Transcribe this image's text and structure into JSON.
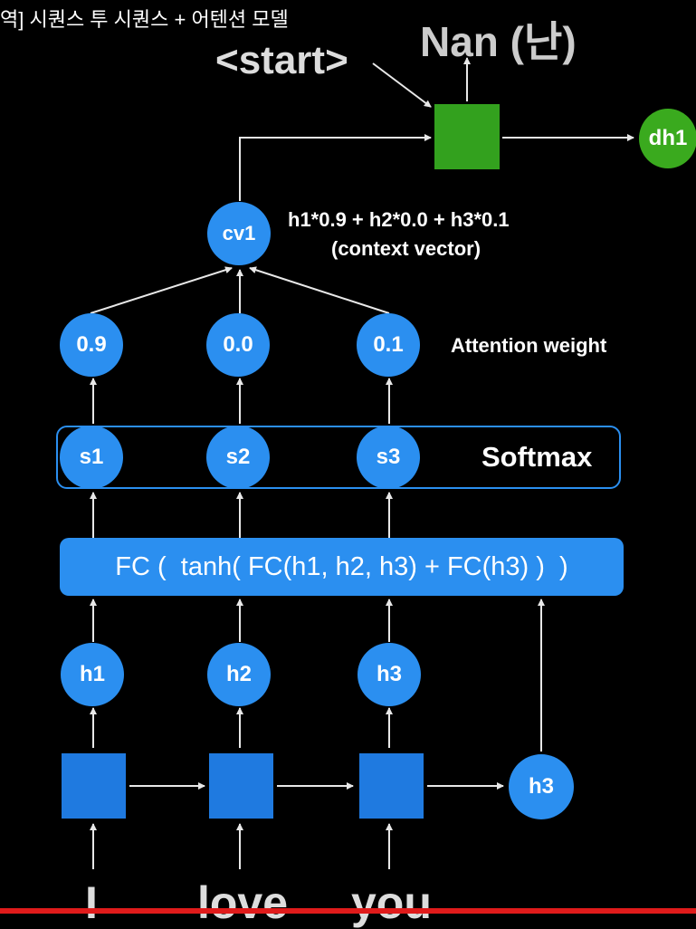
{
  "title": "역] 시퀀스 투 시퀀스 + 어텐션 모델",
  "output_word": "Nan (난)",
  "start_token": "<start>",
  "decoder_hidden": "dh1",
  "context": {
    "node": "cv1",
    "formula": "h1*0.9 + h2*0.0 + h3*0.1",
    "caption": "(context vector)"
  },
  "attention": {
    "label": "Attention weight",
    "weights": [
      "0.9",
      "0.0",
      "0.1"
    ]
  },
  "softmax": {
    "label": "Softmax",
    "scores": [
      "s1",
      "s2",
      "s3"
    ]
  },
  "fc_formula": "FC (  tanh( FC(h1, h2, h3) + FC(h3) )  )",
  "encoder": {
    "hidden": [
      "h1",
      "h2",
      "h3"
    ],
    "final_hidden": "h3",
    "inputs": [
      "I",
      "love",
      "you"
    ]
  },
  "colors": {
    "node_blue": "#2b8ff0",
    "encoder_box": "#1f7ae0",
    "decoder_green": "#33a11e",
    "progress_red": "#e01b1b"
  }
}
